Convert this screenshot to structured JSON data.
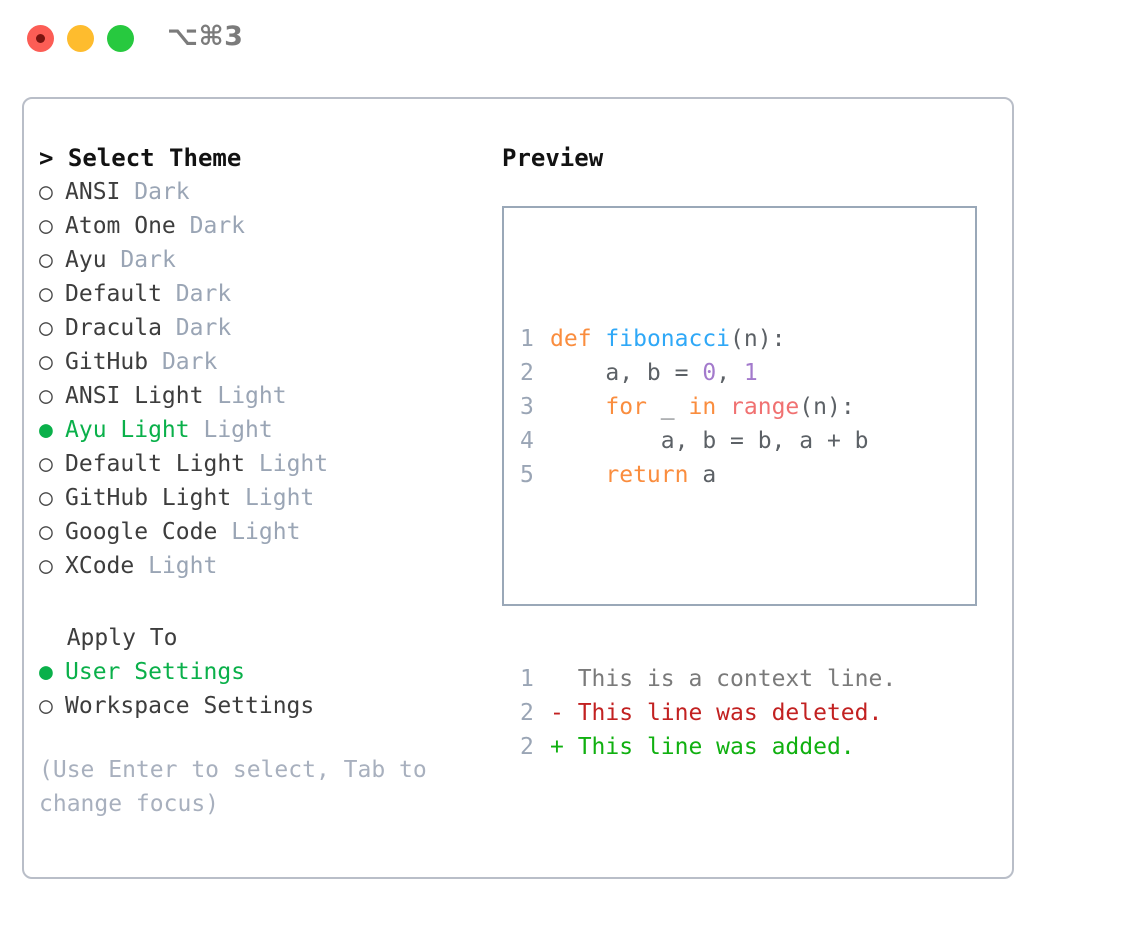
{
  "titlebar": {
    "dots": [
      {
        "name": "close-dot",
        "color": "#fc5d55"
      },
      {
        "name": "minimize-dot",
        "color": "#febc2e"
      },
      {
        "name": "maximize-dot",
        "color": "#27c93f"
      }
    ],
    "shortcut": "⌥⌘3"
  },
  "theme_picker": {
    "header_prefix": "> ",
    "header": "Select Theme",
    "selected_marker": "●",
    "unselected_marker": "○",
    "items": [
      {
        "marker": "○",
        "name": "ANSI",
        "tag": "Dark",
        "selected": false
      },
      {
        "marker": "○",
        "name": "Atom One",
        "tag": "Dark",
        "selected": false
      },
      {
        "marker": "○",
        "name": "Ayu",
        "tag": "Dark",
        "selected": false
      },
      {
        "marker": "○",
        "name": "Default",
        "tag": "Dark",
        "selected": false
      },
      {
        "marker": "○",
        "name": "Dracula",
        "tag": "Dark",
        "selected": false
      },
      {
        "marker": "○",
        "name": "GitHub",
        "tag": "Dark",
        "selected": false
      },
      {
        "marker": "○",
        "name": "ANSI Light",
        "tag": "Light",
        "selected": false
      },
      {
        "marker": "●",
        "name": "Ayu Light",
        "tag": "Light",
        "selected": true
      },
      {
        "marker": "○",
        "name": "Default Light",
        "tag": "Light",
        "selected": false
      },
      {
        "marker": "○",
        "name": "GitHub Light",
        "tag": "Light",
        "selected": false
      },
      {
        "marker": "○",
        "name": "Google Code",
        "tag": "Light",
        "selected": false
      },
      {
        "marker": "○",
        "name": "XCode",
        "tag": "Light",
        "selected": false
      }
    ]
  },
  "apply_to": {
    "header_prefix": "  ",
    "header": "Apply To",
    "items": [
      {
        "marker": "●",
        "name": "User Settings",
        "selected": true
      },
      {
        "marker": "○",
        "name": "Workspace Settings",
        "selected": false
      }
    ]
  },
  "hint": "(Use Enter to select, Tab to change focus)",
  "preview": {
    "title": "Preview",
    "code_lines": [
      {
        "num": "1",
        "tokens": [
          {
            "t": "def",
            "c": "kw"
          },
          {
            "t": " ",
            "c": "txt"
          },
          {
            "t": "fibonacci",
            "c": "fn"
          },
          {
            "t": "(n):",
            "c": "txt"
          }
        ]
      },
      {
        "num": "2",
        "tokens": [
          {
            "t": "    a, b = ",
            "c": "txt"
          },
          {
            "t": "0",
            "c": "num"
          },
          {
            "t": ", ",
            "c": "txt"
          },
          {
            "t": "1",
            "c": "num"
          }
        ]
      },
      {
        "num": "3",
        "tokens": [
          {
            "t": "    ",
            "c": "txt"
          },
          {
            "t": "for",
            "c": "kw"
          },
          {
            "t": " _ ",
            "c": "txt"
          },
          {
            "t": "in",
            "c": "kw"
          },
          {
            "t": " ",
            "c": "txt"
          },
          {
            "t": "range",
            "c": "bi"
          },
          {
            "t": "(n):",
            "c": "txt"
          }
        ]
      },
      {
        "num": "4",
        "tokens": [
          {
            "t": "        a, b = b, a + b",
            "c": "txt"
          }
        ]
      },
      {
        "num": "5",
        "tokens": [
          {
            "t": "    ",
            "c": "txt"
          },
          {
            "t": "return",
            "c": "kw"
          },
          {
            "t": " a",
            "c": "txt"
          }
        ]
      }
    ],
    "diff_lines": [
      {
        "num": "1",
        "sign": "  ",
        "text": "This is a context line.",
        "kind": "ctx"
      },
      {
        "num": "2",
        "sign": "- ",
        "text": "This line was deleted.",
        "kind": "del"
      },
      {
        "num": "2",
        "sign": "+ ",
        "text": "This line was added.",
        "kind": "add"
      }
    ]
  },
  "colors": {
    "accent_green": "#0ab04a",
    "tag_gray": "#9aa5b5",
    "hint_gray": "#a8b0be",
    "kw_orange": "#fa8d3e",
    "fn_blue": "#2fa8f7",
    "num_purple": "#a37acc",
    "builtin_red": "#f07171",
    "diff_delete": "#c22121",
    "diff_add": "#10b010",
    "panel_border": "#b9bec8",
    "preview_border": "#9aa8b8"
  }
}
